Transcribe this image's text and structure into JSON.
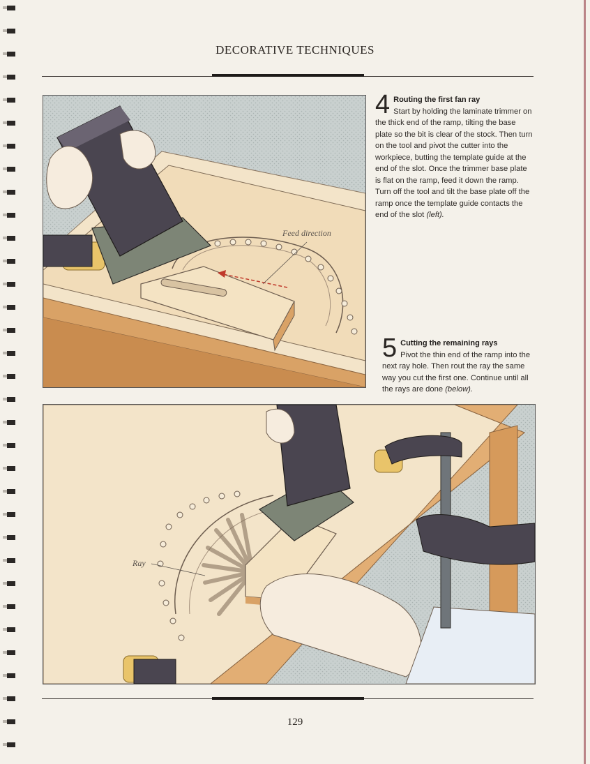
{
  "header": {
    "title": "DECORATIVE TECHNIQUES"
  },
  "step4": {
    "number": "4",
    "title": "Routing the first fan ray",
    "body": "Start by holding the laminate trimmer on the thick end of the ramp, tilting the base plate so the bit is clear of the stock. Then turn on the tool and pivot the cutter into the workpiece, butting the template guide at the end of the slot. Once the trimmer base plate is flat on the ramp, feed it down the ramp. Turn off the tool and tilt the base plate off the ramp once the template guide contacts the end of the slot ",
    "ref": "(left)."
  },
  "step5": {
    "number": "5",
    "title": "Cutting the remaining rays",
    "body": "Pivot the thin end of the ramp into the next ray hole. Then rout the ray the same way you cut the first one. Continue until all the rays are done ",
    "ref": "(below)."
  },
  "figure1": {
    "callout": "Feed direction"
  },
  "figure2": {
    "callout": "Ray"
  },
  "footer": {
    "page_number": "129"
  },
  "colors": {
    "wood": "#efd9b5",
    "wood_edge": "#d9a266",
    "tool": "#4a4550",
    "clamp_gold": "#e9c46a",
    "arrow_red": "#c0392b"
  }
}
